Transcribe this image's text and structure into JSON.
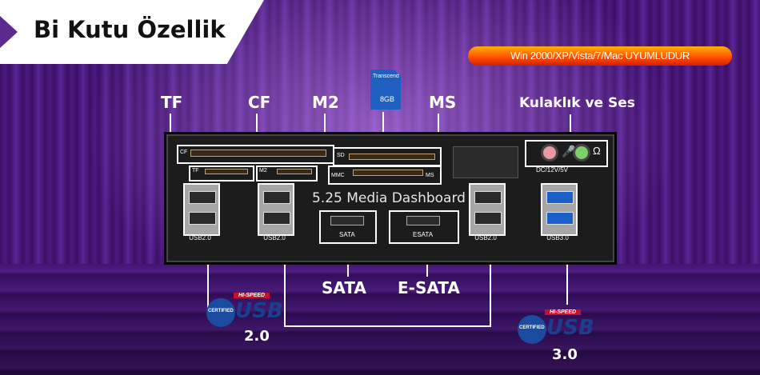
{
  "title": "Bi Kutu Özellik",
  "compat": "Win 2000/XP/Vista/7/Mac UYUMLUDUR",
  "callouts": {
    "tf": "TF",
    "cf": "CF",
    "m2": "M2",
    "ms": "MS",
    "audio": "Kulaklık ve Ses",
    "sata": "SATA",
    "esata": "E-SATA"
  },
  "panel": {
    "name": "5.25 Media Dashboard",
    "slot_cf": "CF",
    "slot_tf": "TF",
    "slot_m2": "M2",
    "slot_sd": "SD",
    "slot_mmc": "MMC",
    "slot_ms": "MS",
    "dc": "DC/12V/5V",
    "sata_port": "SATA",
    "esata_port": "ESATA",
    "usb20_a": "USB2.0",
    "usb20_b": "USB2.0",
    "usb20_c": "USB2.0",
    "usb30": "USB3.0"
  },
  "sd_card": {
    "brand": "Transcend",
    "size": "8GB"
  },
  "usb_left": {
    "hispeed": "HI-SPEED",
    "certified": "CERTIFIED",
    "usb": "USB",
    "version": "2.0"
  },
  "usb_right": {
    "hispeed": "HI-SPEED",
    "certified": "CERTIFIED",
    "usb": "USB",
    "version": "3.0"
  },
  "colors": {
    "background": "#3b0f66",
    "compat_bar": "#ff5a00",
    "usb20_port": "#2a2a2a",
    "usb30_port": "#1d5fc8",
    "mic_jack": "#e89aa0",
    "headphone_jack": "#7ccf6a"
  }
}
